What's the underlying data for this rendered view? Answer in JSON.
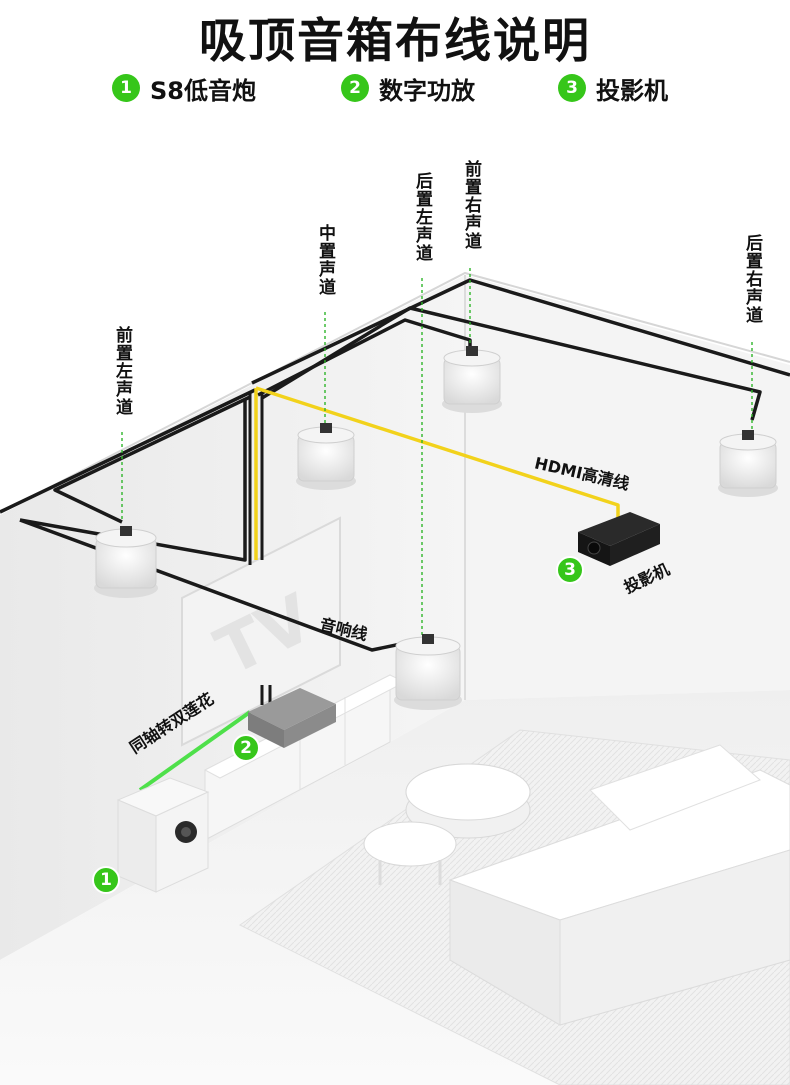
{
  "title": "吸顶音箱布线说明",
  "legend": [
    {
      "num": "1",
      "label": "S8低音炮"
    },
    {
      "num": "2",
      "label": "数字功放"
    },
    {
      "num": "3",
      "label": "投影机"
    }
  ],
  "speakers": {
    "front_left": "前置左声道",
    "center": "中置声道",
    "rear_left": "后置左声道",
    "front_right": "前置右声道",
    "rear_right": "后置右声道"
  },
  "cables": {
    "hdmi": "HDMI高清线",
    "speaker_wire": "音响线",
    "coax": "同轴转双莲花"
  },
  "devices": {
    "projector": "投影机",
    "tv_mark": "TV",
    "badge_subwoofer": "1",
    "badge_amp": "2",
    "badge_projector": "3"
  },
  "colors": {
    "accent_green": "#36c61a",
    "speaker_wire": "#1a1a1a",
    "hdmi_wire": "#f2d21b",
    "coax_wire": "#4ee04a",
    "guide_line": "#2fb52a"
  }
}
